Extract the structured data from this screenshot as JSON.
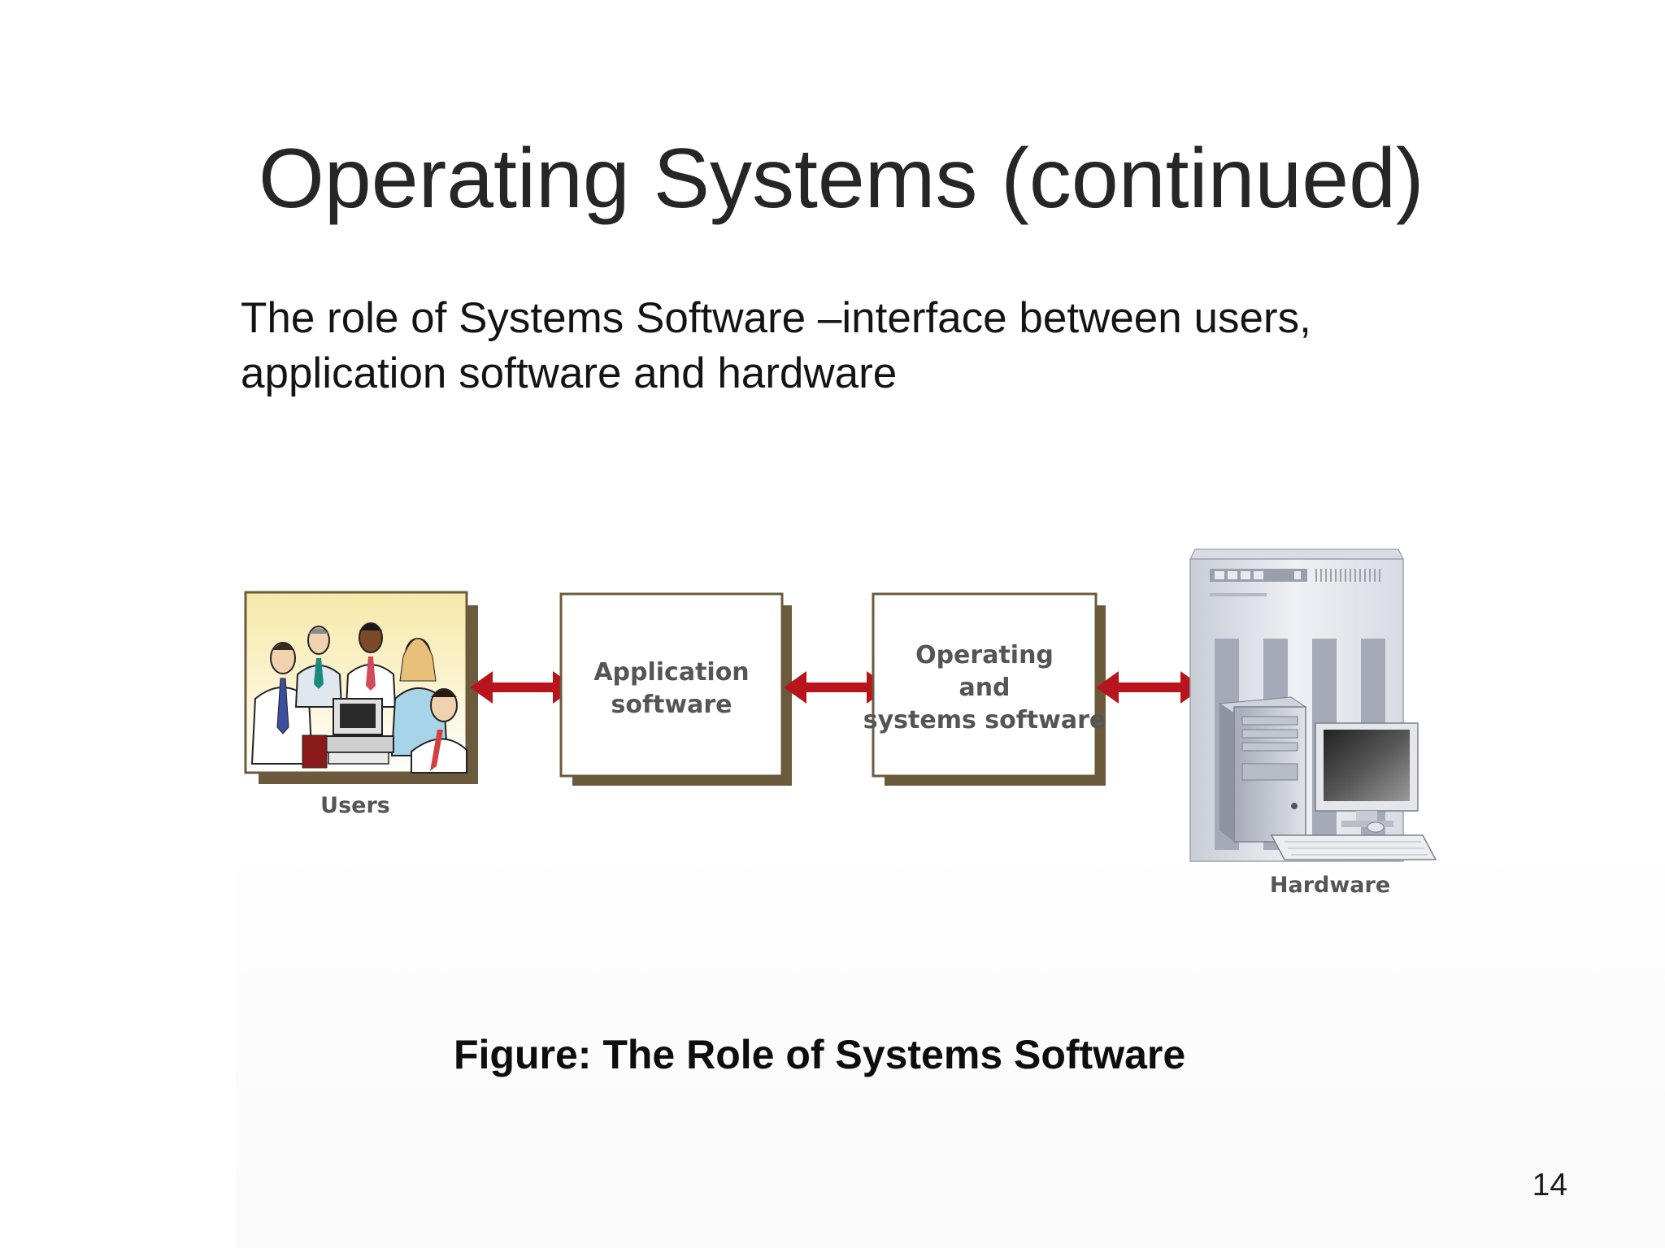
{
  "slide": {
    "title": "Operating Systems (continued)",
    "body_text": "The role of Systems Software –interface between users, application software and hardware",
    "page_number": "14"
  },
  "figure": {
    "caption": "Figure: The Role of Systems Software",
    "nodes": [
      {
        "id": "users",
        "label": "Users",
        "icon": "users-group-illustration"
      },
      {
        "id": "application",
        "label_lines": [
          "Application",
          "software"
        ]
      },
      {
        "id": "operating",
        "label_lines": [
          "Operating",
          "and",
          "systems software"
        ]
      },
      {
        "id": "hardware",
        "label": "Hardware",
        "icon": "computer-hardware-illustration"
      }
    ],
    "edges": [
      {
        "from": "users",
        "to": "application",
        "type": "bidirectional-arrow"
      },
      {
        "from": "application",
        "to": "operating",
        "type": "bidirectional-arrow"
      },
      {
        "from": "operating",
        "to": "hardware",
        "type": "bidirectional-arrow"
      }
    ],
    "colors": {
      "arrow": "#b8141c",
      "box_shadow": "#6b5b3c",
      "box_border": "#6b5b3c",
      "label": "#555555"
    }
  }
}
